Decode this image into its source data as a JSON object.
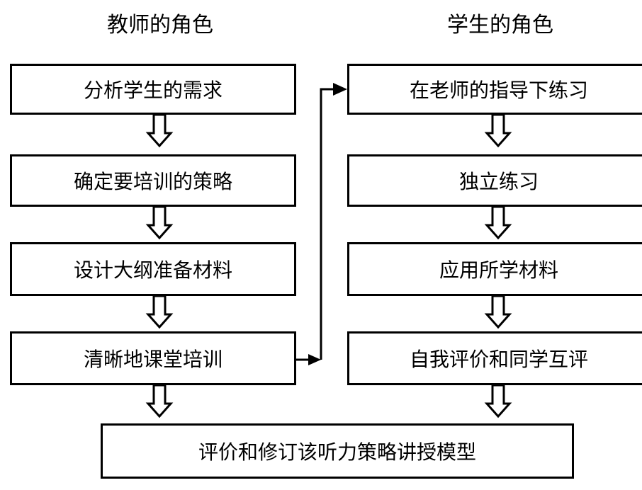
{
  "teacher_column": {
    "title": "教师的角色",
    "steps": [
      "分析学生的需求",
      "确定要培训的策略",
      "设计大纲准备材料",
      "清晰地课堂培训"
    ]
  },
  "student_column": {
    "title": "学生的角色",
    "steps": [
      "在老师的指导下练习",
      "独立练习",
      "应用所学材料",
      "自我评价和同学互评"
    ]
  },
  "final_step": "评价和修订该听力策略讲授模型"
}
